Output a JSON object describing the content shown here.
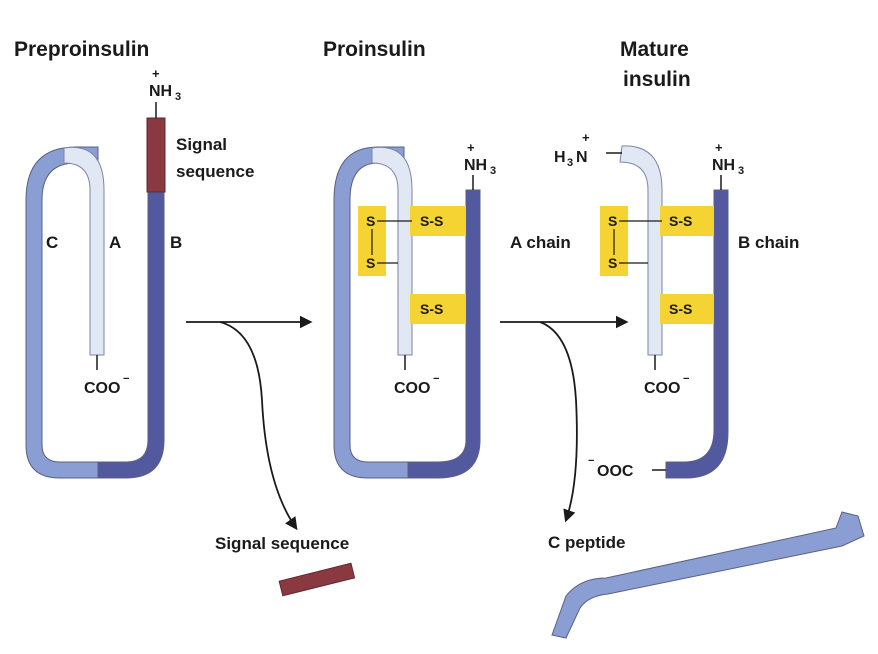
{
  "titles": {
    "preproinsulin": "Preproinsulin",
    "proinsulin": "Proinsulin",
    "mature_line1": "Mature",
    "mature_line2": "insulin"
  },
  "chains": {
    "c": "C",
    "a": "A",
    "b": "B",
    "a_chain": "A chain",
    "b_chain": "B chain"
  },
  "chem": {
    "nh": "NH",
    "three": "3",
    "plus": "+",
    "h": "H",
    "n": "N",
    "coo": "COO",
    "ooc": "OOC",
    "minus": "−",
    "s": "S",
    "ss": "S-S"
  },
  "signal_label": {
    "line1": "Signal",
    "line2": "sequence"
  },
  "products": {
    "signal_sequence": "Signal sequence",
    "c_peptide": "C peptide"
  },
  "colors": {
    "light_chain": "#e2e8f3",
    "medium_chain": "#8b9ed3",
    "dark_chain": "#53599f",
    "signal": "#8a3941",
    "disulfide_box": "#f5d332",
    "outline": "#5a6080"
  }
}
